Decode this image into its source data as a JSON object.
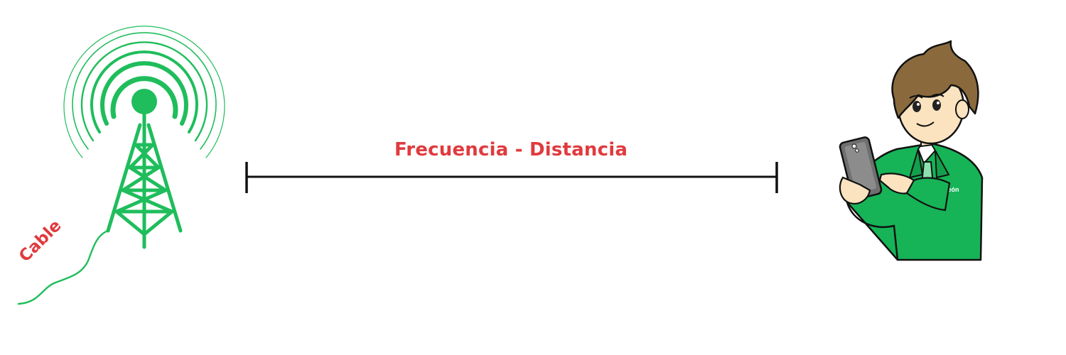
{
  "diagram": {
    "distance_label": "Frecuencia - Distancia",
    "cable_label": "Cable",
    "jacket_badge": "León"
  },
  "colors": {
    "tower_green": "#1fbd5c",
    "jacket_green": "#16b457",
    "label_red": "#e03a3e",
    "line_black": "#111111"
  },
  "icons": {
    "tower": "radio-tower-icon",
    "person": "person-with-phone-icon"
  }
}
